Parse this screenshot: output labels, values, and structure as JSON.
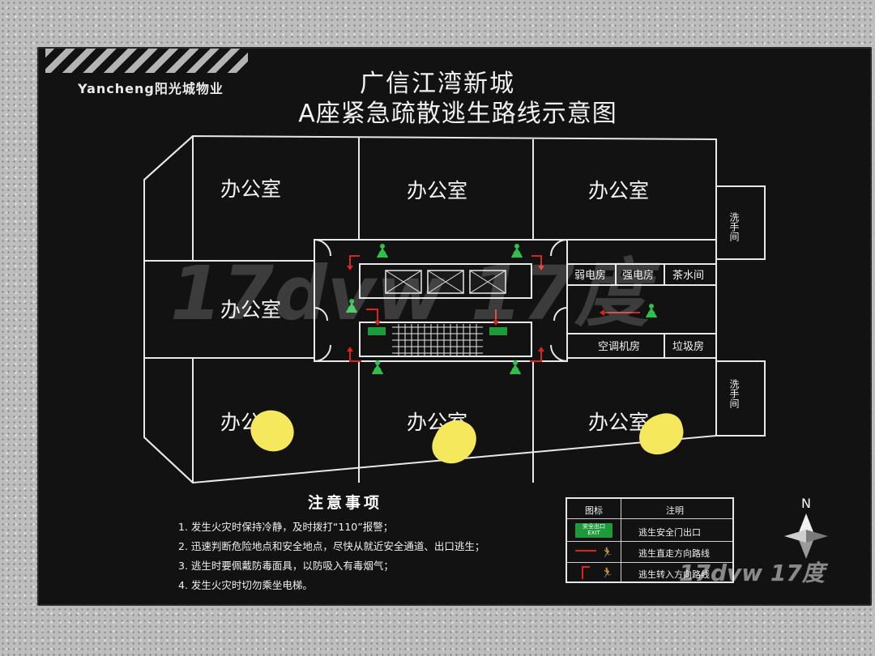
{
  "brand": {
    "logo_text": "Yancheng阳光城物业"
  },
  "title": {
    "line1": "广信江湾新城",
    "line2": "A座紧急疏散逃生路线示意图"
  },
  "rooms": {
    "office": "办公室",
    "weak_power": "弱电房",
    "strong_power": "强电房",
    "tea_room": "茶水间",
    "hvac": "空调机房",
    "garbage": "垃圾房",
    "washroom": "洗手间"
  },
  "notes": {
    "title": "注意事项",
    "items": [
      "1. 发生火灾时保持冷静，及时拨打“110”报警；",
      "2. 迅速判断危险地点和安全地点，尽快从就近安全通道、出口逃生；",
      "3. 逃生时要佩戴防毒面具，以防吸入有毒烟气；",
      "4. 发生火灾时切勿乘坐电梯。"
    ]
  },
  "legend": {
    "header_icon": "图标",
    "header_desc": "注明",
    "exit_sign_text_cn": "安全出口",
    "exit_sign_text_en": "EXIT",
    "row1": "逃生安全门出口",
    "row2": "逃生直走方向路线",
    "row3": "逃生转入方向路线"
  },
  "compass": {
    "north": "N"
  },
  "watermark": {
    "text": "17dvw",
    "cn": "17度"
  },
  "colors": {
    "board": "#121212",
    "line": "#e8e8e8",
    "arrow_red": "#d9261c",
    "exit_green": "#1f9a3a",
    "highlight": "#f6e85c"
  }
}
